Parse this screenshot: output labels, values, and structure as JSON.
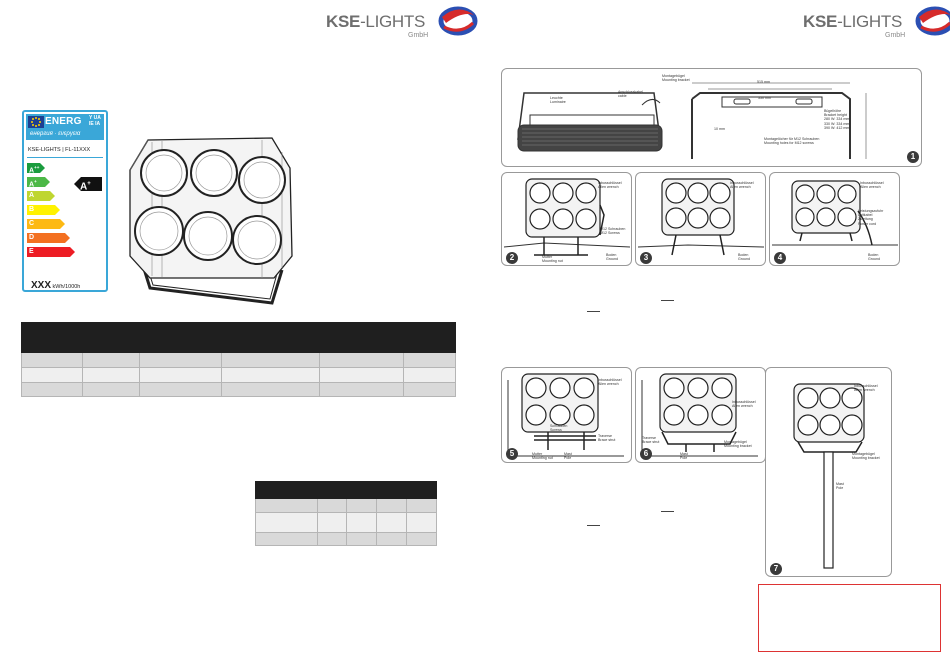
{
  "logo": {
    "brand_bold": "KSE",
    "brand_light": "-LIGHTS",
    "suffix": "GmbH",
    "colors": {
      "text": "#6e6e6e",
      "swoosh_red": "#d62b2b",
      "swoosh_blue": "#2b4fb3"
    }
  },
  "energy_label": {
    "header": "ENERG",
    "ua_lines": [
      "Y UA",
      "IE IA"
    ],
    "cyrillic": "енергия · ενεργεια",
    "model": "KSE-LIGHTS  |  FL-11XXX",
    "classes": [
      {
        "label": "A",
        "sup": "++",
        "color": "#1a9c3e"
      },
      {
        "label": "A",
        "sup": "+",
        "color": "#4cb847"
      },
      {
        "label": "A",
        "sup": "",
        "color": "#bfd630"
      },
      {
        "label": "B",
        "sup": "",
        "color": "#fff200"
      },
      {
        "label": "C",
        "sup": "",
        "color": "#fdb913"
      },
      {
        "label": "D",
        "sup": "",
        "color": "#f37021"
      },
      {
        "label": "E",
        "sup": "",
        "color": "#ed1c24"
      }
    ],
    "rating": "A",
    "rating_sup": "+",
    "consumption_value": "XXX",
    "consumption_unit": "kWh/1000h"
  },
  "figures": {
    "dimension_labels": {
      "mounting_bracket": [
        "Montagebügel",
        "Mounting bracket"
      ],
      "width_total": "515 mm",
      "luminaire": [
        "Leuchte",
        "Luminaire"
      ],
      "cable": [
        "Anschlusskabel",
        "cable"
      ],
      "inner_width": "350 mm",
      "mount_height": [
        "Bügelhöhe",
        "Bracket height",
        "280 W: 334 mm",
        "330 W: 334 mm",
        "390 W: 412 mm"
      ],
      "small_dim": "10 mm",
      "screw_holes": [
        "Montagelöcher für M12 Schrauben",
        "Mounting holes for M12 screws"
      ]
    },
    "step_labels": {
      "allen": [
        "Inbusschlüssel",
        "Allen wrench"
      ],
      "m12": [
        "M12 Schrauben",
        "M12 Screws"
      ],
      "nut": [
        "Mutter",
        "Mounting nut"
      ],
      "ground": [
        "Boden",
        "Ground"
      ],
      "power": [
        "Leistungszufuhr",
        "Leitkabel",
        "Zuleitung",
        "Power cord"
      ],
      "screws5": [
        "Schrauben",
        "Screws"
      ],
      "brace": [
        "Traverse",
        "Brace strut"
      ],
      "mast": [
        "Mast",
        "Pole"
      ],
      "bracket": [
        "Montagebügel",
        "Mounting bracket"
      ]
    },
    "steps": [
      "1",
      "2",
      "3",
      "4",
      "5",
      "6",
      "7"
    ]
  }
}
